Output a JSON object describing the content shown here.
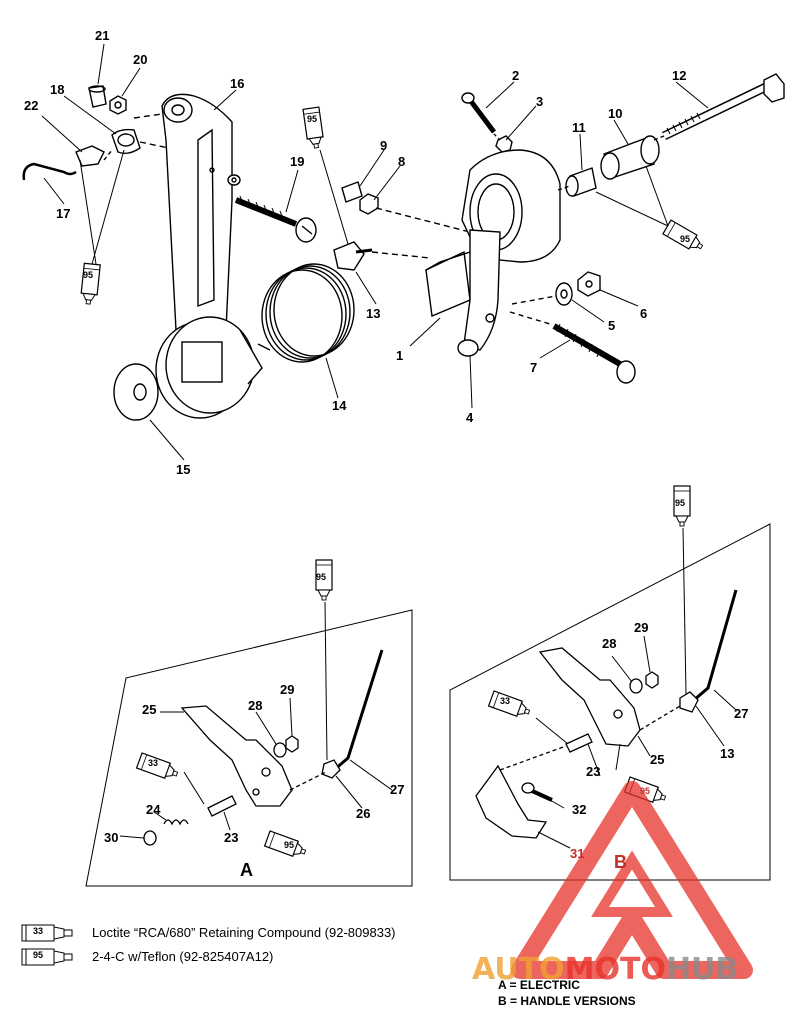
{
  "parts": {
    "p1": "1",
    "p2": "2",
    "p3": "3",
    "p4": "4",
    "p5": "5",
    "p6": "6",
    "p7": "7",
    "p8": "8",
    "p9": "9",
    "p10": "10",
    "p11": "11",
    "p12": "12",
    "p13": "13",
    "p14": "14",
    "p15": "15",
    "p16": "16",
    "p17": "17",
    "p18": "18",
    "p19": "19",
    "p20": "20",
    "p21": "21",
    "p22": "22"
  },
  "panelA": {
    "letter": "A",
    "p23": "23",
    "p24": "24",
    "p25": "25",
    "p26": "26",
    "p27": "27",
    "p28": "28",
    "p29": "29",
    "p30": "30"
  },
  "panelB": {
    "letter": "B",
    "p13": "13",
    "p23": "23",
    "p25": "25",
    "p27": "27",
    "p28": "28",
    "p29": "29",
    "p31": "31",
    "p32": "32"
  },
  "tubes": {
    "t33": "33",
    "t95": "95"
  },
  "legend": [
    {
      "code": "33",
      "text": "Loctite “RCA/680” Retaining Compound (92-809833)"
    },
    {
      "code": "95",
      "text": "2-4-C w/Teflon (92-825407A12)"
    }
  ],
  "notes": {
    "a": "A = ELECTRIC",
    "b": "B = HANDLE VERSIONS"
  },
  "watermark": {
    "part1": "AUTO",
    "part2": "MOTO",
    "part3": "HUB",
    "color_red": "#e8322a",
    "color_orange": "#f0a030",
    "color_gray": "#8a8a8a"
  }
}
